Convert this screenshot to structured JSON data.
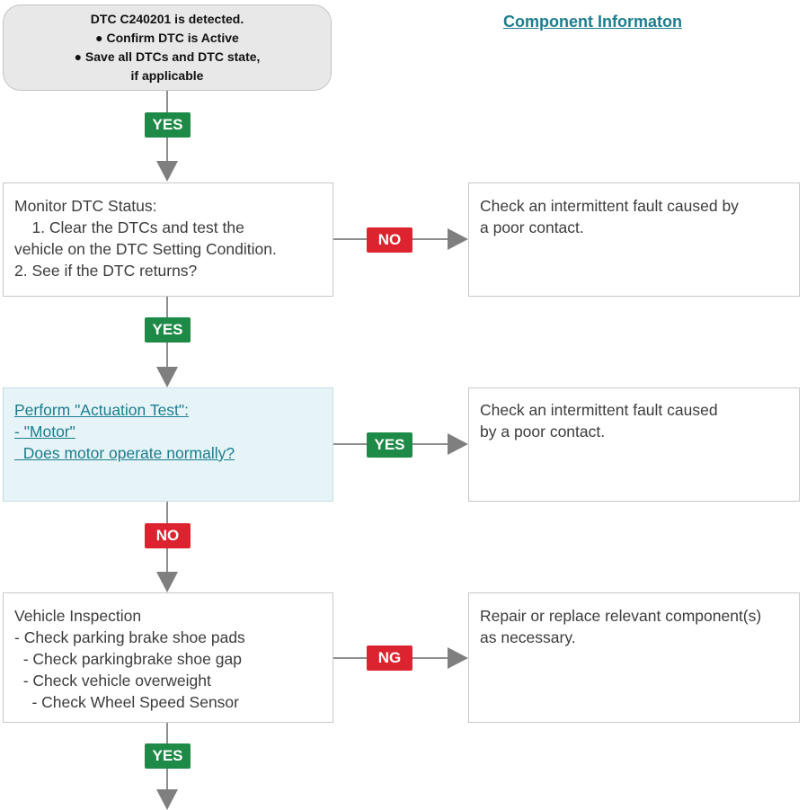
{
  "start": {
    "lines": [
      "DTC C240201 is detected.",
      "● Confirm DTC is Active",
      "● Save all DTCs and DTC state,",
      "if applicable"
    ]
  },
  "component_link": "Component Informaton",
  "step1": {
    "lines": [
      "Monitor DTC Status:",
      "    1. Clear the DTCs and test the",
      "vehicle on the DTC Setting Condition.",
      "2. See if the DTC returns?"
    ],
    "branch_label": "NO",
    "result": [
      "Check an intermittent fault caused by",
      "a poor contact."
    ],
    "next_label": "YES"
  },
  "step0": {
    "next_label": "YES"
  },
  "step2": {
    "lines": [
      "Perform \"Actuation Test\":",
      "- \"Motor\"",
      "  Does motor operate normally?"
    ],
    "branch_label": "YES",
    "result": [
      "Check an intermittent fault caused",
      "by a poor contact."
    ],
    "next_label": "NO"
  },
  "step3": {
    "lines": [
      "Vehicle Inspection",
      "- Check parking brake shoe pads",
      "  - Check parkingbrake shoe gap",
      "  - Check vehicle overweight",
      "    - Check Wheel Speed Sensor"
    ],
    "branch_label": "NG",
    "result": [
      "Repair or replace relevant component(s)",
      "as necessary."
    ],
    "next_label": "YES"
  },
  "colors": {
    "yes_badge": "#1e8a47",
    "no_badge": "#dc2430",
    "link": "#1c7d8e",
    "highlight_box": "#e6f4f7",
    "connector": "#8e8e8e"
  }
}
